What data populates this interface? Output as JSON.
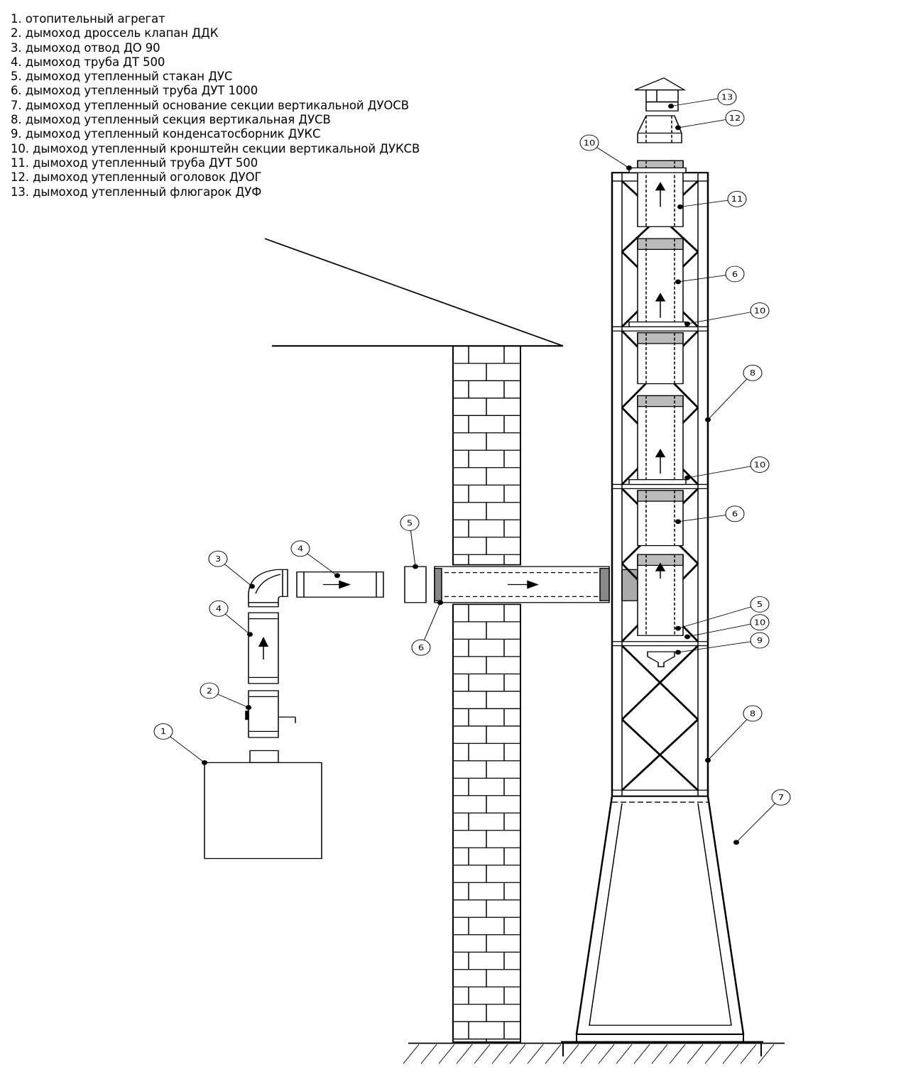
{
  "legend": [
    "1. отопительный агрегат",
    "2. дымоход дроссель клапан ДДК",
    "3. дымоход отвод ДО 90",
    "4. дымоход труба ДТ 500",
    "5. дымоход утепленный стакан ДУС",
    "6. дымоход утепленный труба ДУТ 1000",
    "7. дымоход утепленный основание секции вертикальной ДУОСВ",
    "8. дымоход утепленный секция вертикальная ДУСВ",
    "9.   дымоход утепленный конденсатосборник ДУКС",
    "10. дымоход утепленный кронштейн секции вертикальной ДУКСВ",
    "11. дымоход утепленный труба ДУТ 500",
    "12. дымоход утепленный оголовок ДУОГ",
    "13. дымоход утепленный флюгарок ДУФ"
  ],
  "callouts": [
    "1",
    "2",
    "3",
    "4",
    "4",
    "5",
    "6",
    "10",
    "13",
    "12",
    "11",
    "6",
    "10",
    "8",
    "10",
    "6",
    "5",
    "10",
    "9",
    "8",
    "7"
  ]
}
